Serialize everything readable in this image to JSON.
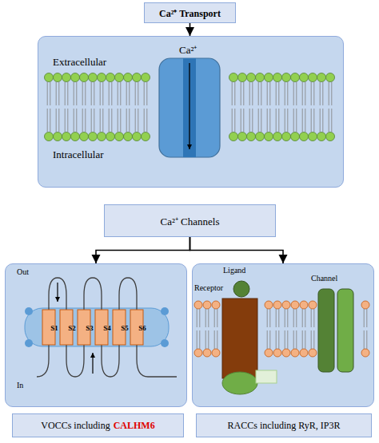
{
  "diagram": {
    "nodes": [
      {
        "text": [
          "Ca²⁺ Transport"
        ]
      },
      {
        "text": [
          "Ca²⁺",
          "Extracellular",
          "Intracellular"
        ]
      },
      {
        "text": [
          "Ca²⁺ Channels"
        ]
      },
      {
        "text": [
          "Out",
          "S1",
          "S2",
          "S3",
          "S4",
          "S5",
          "S6",
          "In"
        ]
      },
      {
        "text": [
          "Receptor",
          "Ligand",
          "Channel"
        ]
      },
      {
        "text": [
          "VOCCs including",
          "CALHM6"
        ]
      },
      {
        "text": [
          "RACCs including RyR, IP3R"
        ]
      }
    ],
    "edges": [
      {
        "from": 0,
        "to": 1,
        "arrow": "to"
      },
      {
        "from": 2,
        "to": 3,
        "arrow": "to"
      },
      {
        "from": 2,
        "to": 4,
        "arrow": "to"
      }
    ]
  }
}
